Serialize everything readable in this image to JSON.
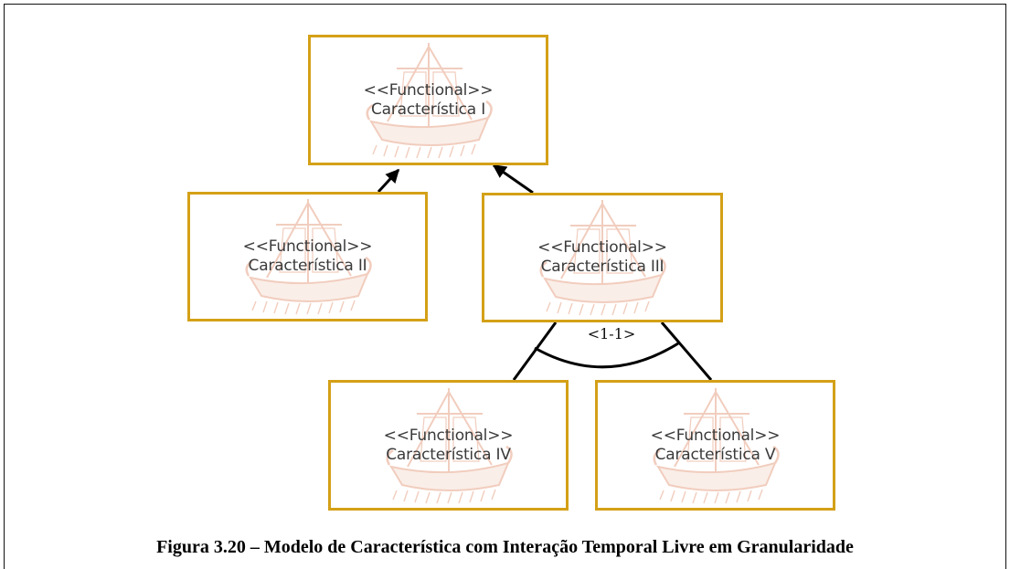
{
  "features": [
    {
      "stereotype": "<<Functional>>",
      "name": "Característica I"
    },
    {
      "stereotype": "<<Functional>>",
      "name": "Característica II"
    },
    {
      "stereotype": "<<Functional>>",
      "name": "Característica III"
    },
    {
      "stereotype": "<<Functional>>",
      "name": "Característica IV"
    },
    {
      "stereotype": "<<Functional>>",
      "name": "Característica V"
    }
  ],
  "group": {
    "cardinality": "<1-1>"
  },
  "caption": "Figura 3.20 – Modelo de Característica com Interação Temporal Livre em Granularidade",
  "colors": {
    "feature_border": "#d4a017",
    "ship_tint": "#e6a58a",
    "line": "#000000"
  }
}
